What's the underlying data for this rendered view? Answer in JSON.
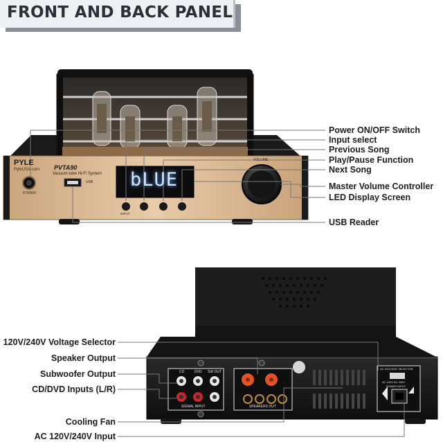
{
  "banner": {
    "title": "FRONT AND BACK PANEL"
  },
  "front": {
    "brand": "PYLE",
    "brand_site": "PyleUSA.com",
    "model": "PVTA90",
    "subtitle": "Vacuum tube Hi-Fi System",
    "display_text": "bLUE",
    "power_label": "POWER",
    "usb_label": "USB",
    "volume_label": "VOLUME",
    "input_button_label": "INPUT"
  },
  "front_callouts": [
    "Power ON/OFF Switch",
    "Input select",
    "Previous Song",
    "Play/Pause Function",
    "Next Song",
    "Master Volume Controller",
    "LED Display Screen",
    "USB Reader"
  ],
  "back_callouts": [
    "120V/240V Voltage Selector",
    "Speaker Output",
    "Subwoofer Output",
    "CD/DVD Inputs (L/R)",
    "Cooling Fan",
    "AC 120V/240V Input"
  ],
  "back": {
    "cd_label": "CD",
    "dvd_label": "DVD",
    "sw_out_label": "SW OUT",
    "signal_input_label": "SIGNAL INPUT",
    "speakers_out_label": "SPEAKERS OUT",
    "voltage_selector_label": "AC VOLTAGE SELECTOR",
    "voltage_values": "AC 120V  AC 240V",
    "power_input_label": "POWER INPUT"
  },
  "colors": {
    "gold_panel": "#d8b48c",
    "chassis": "#1b1b1b",
    "display_blue": "#cfe6ff",
    "speaker_red": "#e0542a"
  }
}
